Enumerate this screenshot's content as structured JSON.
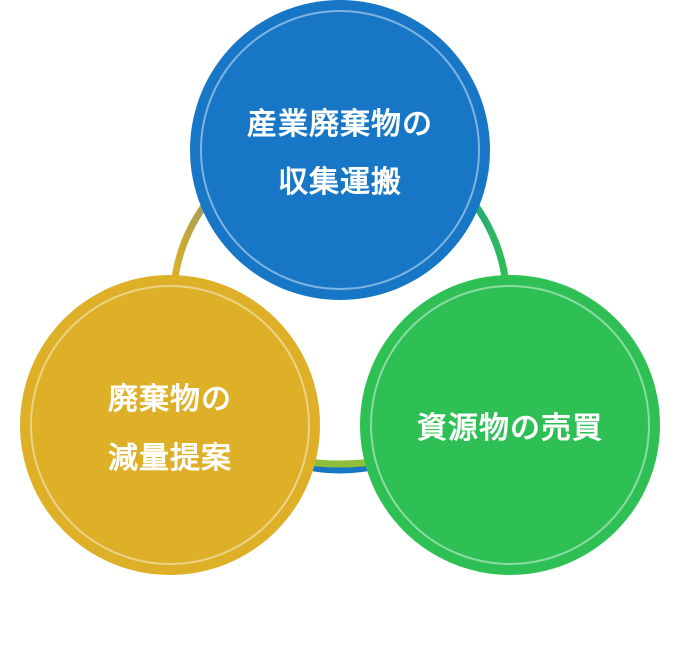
{
  "nodes": [
    {
      "id": "top",
      "lines": [
        "産業廃棄物の",
        "収集運搬"
      ],
      "color": "#1777c6"
    },
    {
      "id": "left",
      "lines": [
        "廃棄物の",
        "減量提案"
      ],
      "color": "#ddb027"
    },
    {
      "id": "right",
      "lines": [
        "資源物の売買"
      ],
      "color": "#2fc055"
    }
  ]
}
